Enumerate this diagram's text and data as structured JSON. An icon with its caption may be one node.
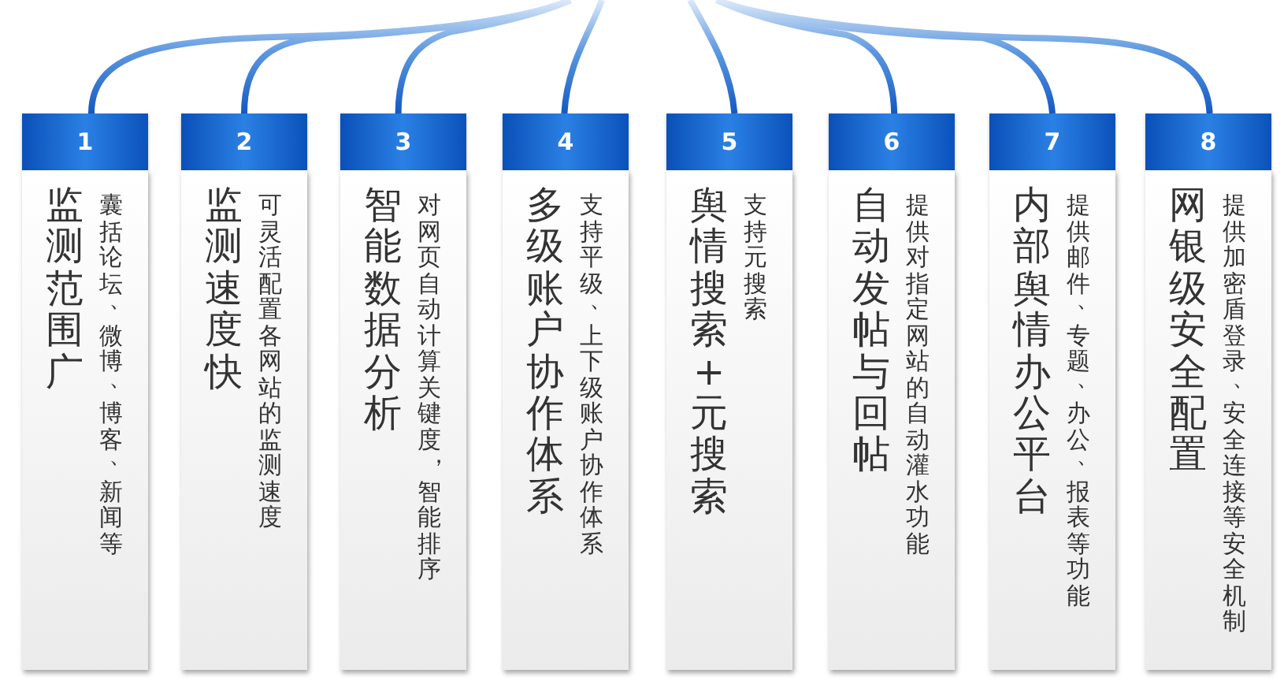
{
  "diagram": {
    "nodes": [
      {
        "text": [
          "1"
        ]
      },
      {
        "text": [
          "监测范围广",
          "囊括论坛、微博、博客、新闻等"
        ]
      },
      {
        "text": [
          "2"
        ]
      },
      {
        "text": [
          "监测速度快",
          "可灵活配置各网站的监测速度"
        ]
      },
      {
        "text": [
          "3"
        ]
      },
      {
        "text": [
          "智能数据分析",
          "对网页自动计算关键度，智能排序"
        ]
      },
      {
        "text": [
          "4"
        ]
      },
      {
        "text": [
          "多级账户协作体系",
          "支持平级、上下级账户协作体系"
        ]
      },
      {
        "text": [
          "5"
        ]
      },
      {
        "text": [
          "舆情搜索+元搜索",
          "支持元搜索"
        ]
      },
      {
        "text": [
          "6"
        ]
      },
      {
        "text": [
          "自动发帖与回帖",
          "提供对指定网站的自动灌水功能"
        ]
      },
      {
        "text": [
          "7"
        ]
      },
      {
        "text": [
          "内部舆情办公平台",
          "提供邮件、专题、办公、报表等功能"
        ]
      },
      {
        "text": [
          "8"
        ]
      },
      {
        "text": [
          "网银级安全配置",
          "提供加密盾登录、安全连接等安全机制"
        ]
      }
    ],
    "edges": [
      {
        "from": null,
        "to": 0,
        "arrow": "none"
      },
      {
        "from": null,
        "to": 2,
        "arrow": "none"
      },
      {
        "from": null,
        "to": 4,
        "arrow": "none"
      },
      {
        "from": null,
        "to": 6,
        "arrow": "none"
      },
      {
        "from": null,
        "to": 8,
        "arrow": "none"
      },
      {
        "from": null,
        "to": 10,
        "arrow": "none"
      },
      {
        "from": null,
        "to": 12,
        "arrow": "none"
      },
      {
        "from": null,
        "to": 14,
        "arrow": "none"
      }
    ]
  }
}
